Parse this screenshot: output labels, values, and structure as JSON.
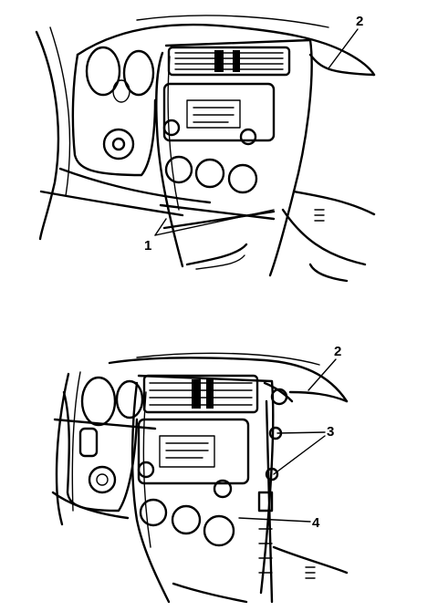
{
  "figures": [
    {
      "callouts": {
        "c1": "1",
        "c2": "2"
      }
    },
    {
      "callouts": {
        "c2": "2",
        "c3": "3",
        "c4": "4"
      }
    }
  ]
}
